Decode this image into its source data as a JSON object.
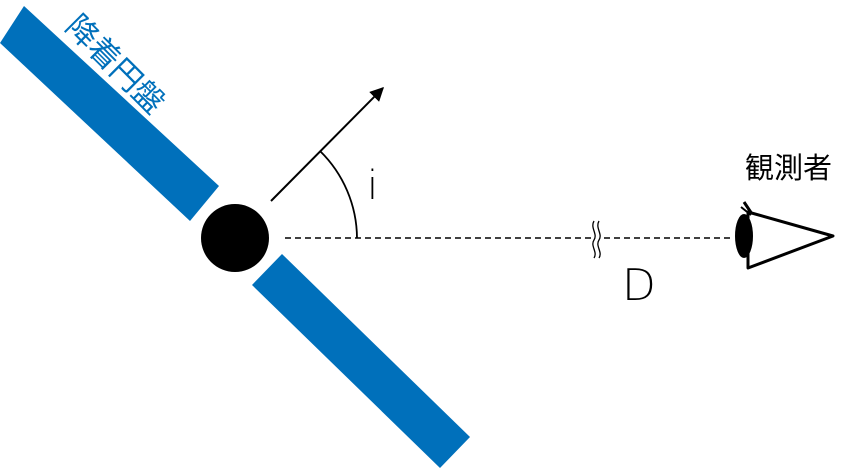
{
  "diagram": {
    "disk_label": "降着円盤",
    "inclination_label": "i",
    "distance_label": "D",
    "observer_label": "観測者",
    "break_mark_icon": "wavy-break-icon",
    "observer_icon": "eye-icon"
  },
  "colors": {
    "disk": "#0070bb",
    "ink": "#000000",
    "background": "#ffffff"
  }
}
